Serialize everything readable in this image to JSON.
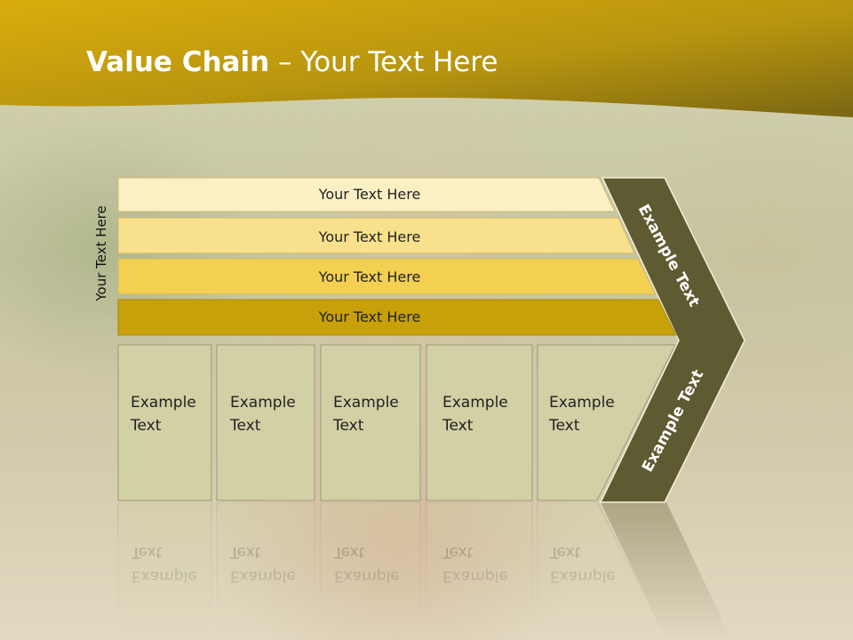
{
  "title": {
    "bold": "Value Chain",
    "rest": " – Your Text Here"
  },
  "side_label": "Your Text Here",
  "bars": [
    {
      "label": "Your Text Here",
      "color": "#fbf0c4"
    },
    {
      "label": "Your Text Here",
      "color": "#f8e08c"
    },
    {
      "label": "Your Text Here",
      "color": "#f3cf52"
    },
    {
      "label": "Your Text Here",
      "color": "#c8a00a"
    }
  ],
  "columns": [
    {
      "line1": "Example",
      "line2": "Text"
    },
    {
      "line1": "Example",
      "line2": "Text"
    },
    {
      "line1": "Example",
      "line2": "Text"
    },
    {
      "line1": "Example",
      "line2": "Text"
    },
    {
      "line1": "Example",
      "line2": "Text"
    }
  ],
  "chevron": {
    "upper": "Example Text",
    "lower": "Example Text",
    "color": "#5e5a31"
  },
  "colors": {
    "header": "#c7a417",
    "column_fill": "#d2d0a5",
    "column_border": "#9b9a78"
  }
}
